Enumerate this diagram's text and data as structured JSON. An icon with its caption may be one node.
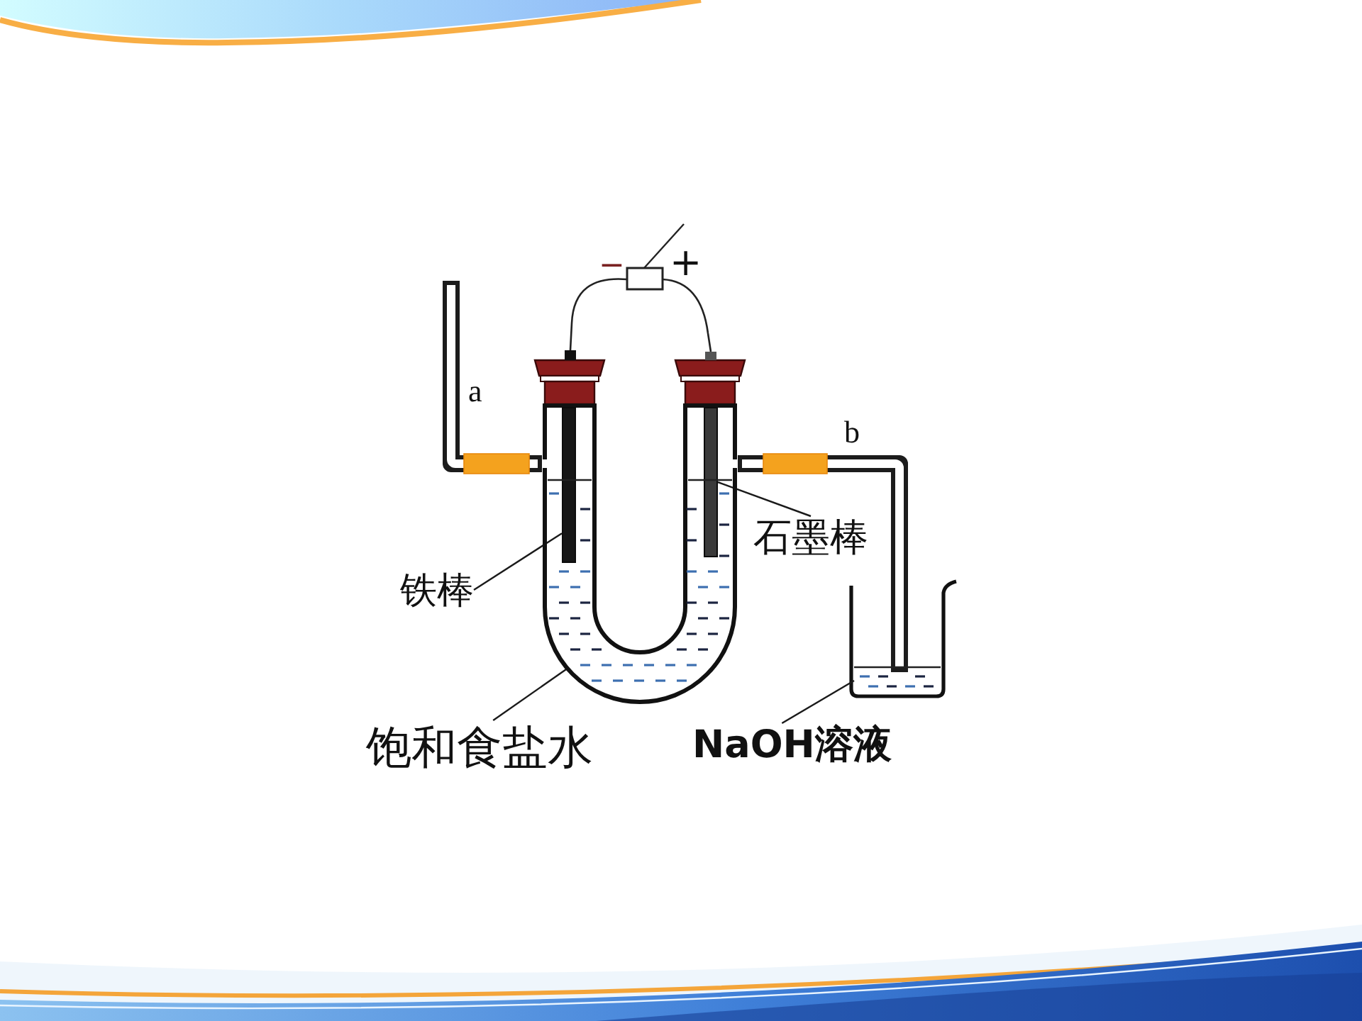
{
  "diagram": {
    "nodes": [
      {
        "text": [],
        "shape": "tube"
      },
      {
        "text": [],
        "shape": "bar",
        "in": 0
      },
      {
        "text": [],
        "shape": "bar",
        "in": 0
      },
      {
        "text": [],
        "shape": "liquid",
        "in": 0
      },
      {
        "text": [
          "石墨棒"
        ]
      },
      {
        "text": [
          "铁棒"
        ]
      },
      {
        "text": [],
        "shape": "liquid"
      },
      {
        "text": [
          "饱和食盐水"
        ]
      },
      {
        "text": [
          "NaOH溶液"
        ]
      }
    ],
    "edges": [
      {
        "from": 0,
        "to": null,
        "arrow": "none",
        "style": "thick"
      },
      {
        "from": 0,
        "to": 6,
        "arrow": "none",
        "style": "thick"
      },
      {
        "from": 5,
        "to": 1,
        "arrow": "none"
      },
      {
        "from": 4,
        "to": 2,
        "arrow": "none"
      },
      {
        "from": 7,
        "to": 3,
        "arrow": "none"
      },
      {
        "from": 8,
        "to": 6,
        "arrow": "none"
      }
    ],
    "labels": [
      "−",
      "+",
      "a",
      "b"
    ]
  }
}
